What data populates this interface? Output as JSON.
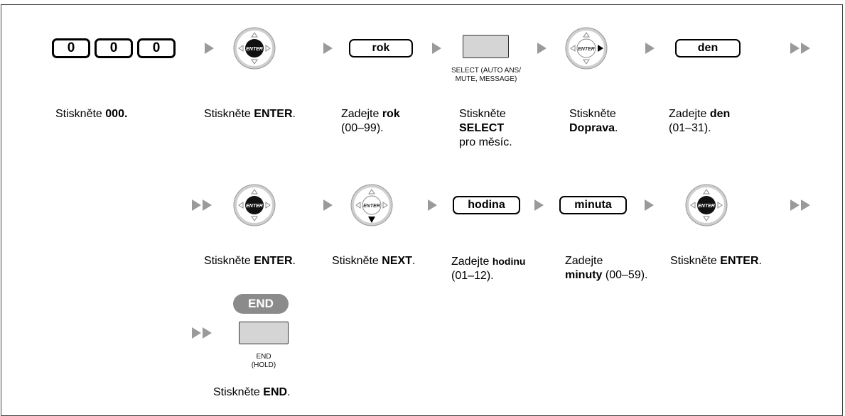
{
  "row1": {
    "digits": [
      "0",
      "0",
      "0"
    ],
    "keys": {
      "rok": "rok",
      "den": "den"
    },
    "select_caption": [
      "SELECT (AUTO ANS/",
      "MUTE, MESSAGE)"
    ],
    "enter_label": "ENTER",
    "steps": {
      "s1": {
        "prefix": "Stiskněte ",
        "bold": "000."
      },
      "s2": {
        "prefix": "Stiskněte ",
        "bold": "ENTER",
        "suffix": "."
      },
      "s3": {
        "prefix": "Zadejte ",
        "bold": "rok",
        "line2": "(00–99)."
      },
      "s4": {
        "line1": "Stiskněte",
        "bold": "SELECT",
        "line3": "pro měsíc."
      },
      "s5": {
        "line1": "Stiskněte",
        "bold": "Doprava",
        "suffix": "."
      },
      "s6": {
        "prefix": "Zadejte ",
        "bold": "den",
        "line2": "(01–31)."
      }
    }
  },
  "row2": {
    "keys": {
      "hodina": "hodina",
      "minuta": "minuta"
    },
    "steps": {
      "s1": {
        "prefix": "Stiskněte ",
        "bold": "ENTER",
        "suffix": "."
      },
      "s2": {
        "prefix": "Stiskněte ",
        "bold": "NEXT",
        "suffix": "."
      },
      "s3": {
        "prefix": "Zadejte ",
        "bold": "hodinu",
        "line2": "(01–12)."
      },
      "s4": {
        "line1": "Zadejte",
        "bold": "minuty",
        "suffix": " (00–59)."
      },
      "s5": {
        "prefix": "Stiskněte ",
        "bold": "ENTER",
        "suffix": "."
      }
    }
  },
  "row3": {
    "end_label": "END",
    "end_caption": [
      "END",
      "(HOLD)"
    ],
    "step": {
      "prefix": "Stiskněte ",
      "bold": "END",
      "suffix": "."
    }
  },
  "colors": {
    "arrow": "#9a9a9a",
    "button_fill": "#d5d5d5",
    "end_oval": "#8b8b8b",
    "nav_ring": "#c8c8c8"
  }
}
